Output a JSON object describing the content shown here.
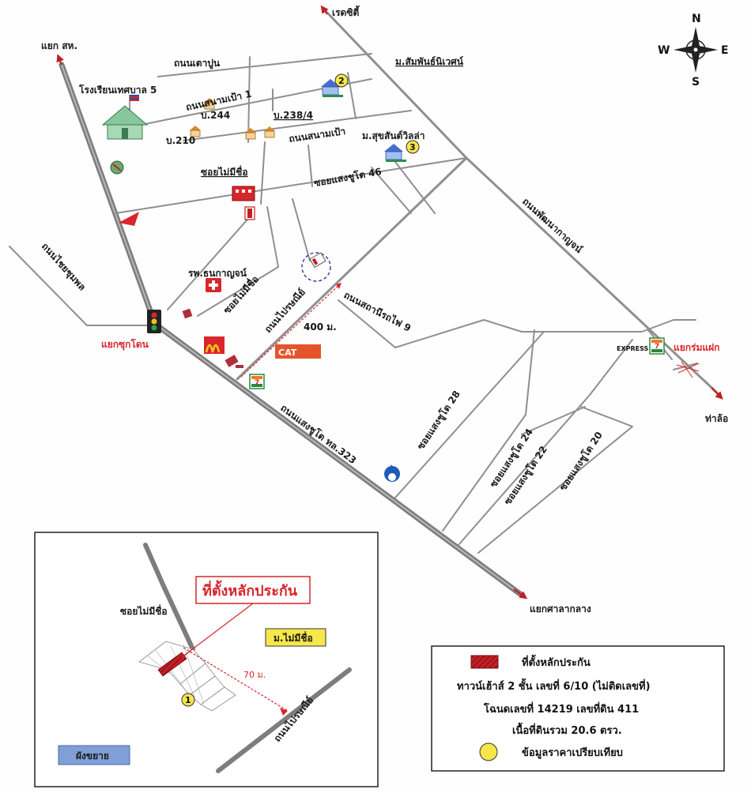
{
  "compass": {
    "n": "N",
    "s": "S",
    "e": "E",
    "w": "W"
  },
  "roads": {
    "north_left_label": "แยก สห.",
    "red_city": "เรดซิตี้",
    "thao_pun": "ถนนเตาปูน",
    "sanam_pao_1": "ถนนสนามเป้า 1",
    "sanam_pao": "ถนนสนามเป้า",
    "soi_saeng_chuto_46": "ซอยแสงชูโต 46",
    "phatthana_kanchan": "ถนนพัฒนากาญจน์",
    "chai_chumphon": "ถนนไชยชุมพล",
    "soi_mai_mi_chue_top": "ซอยไม่มีชื่อ",
    "soi_mai_mi_chue_mid": "ซอยไม่มีชื่อ",
    "prai_ngam": "ถนนไปรษณีย์",
    "sathani_rotfai_9": "ถนนสถานีรถไฟ 9",
    "saeng_chuto_323": "ถนนแสงชูโต ทล.323",
    "soi_28": "ซอยแสงชูโต 28",
    "soi_24": "ซอยแสงชูโต 24",
    "soi_22": "ซอยแสงชูโต 22",
    "soi_20": "ซอยแสงชูโต 20",
    "distance_400": "400 ม."
  },
  "places": {
    "school": "โรงเรียนเทศบาล 5",
    "b244": "บ.244",
    "b238": "บ.238/4",
    "b210": "บ.210",
    "m_samphan": "ม.สัมพันธ์นิเวศน์",
    "m_suksan": "ม.สุขสันต์วิลล่า",
    "hospital": "รพ.ธนกาญจน์",
    "cat": "CAT",
    "express": "EXPRESS"
  },
  "junctions": {
    "chuk_don": "แยกซุกโดน",
    "rom_fak": "แยกร่มแฝก",
    "tha_lo": "ท่าล้อ",
    "sala_klang": "แยกศาลากลาง"
  },
  "markers": {
    "m2": "2",
    "m3": "3",
    "m1": "1"
  },
  "inset": {
    "callout": "ที่ตั้งหลักประกัน",
    "soi": "ซอยไม่มีชื่อ",
    "village": "ม.ไม่มีชื่อ",
    "distance": "70 ม.",
    "road": "ถนนไปรษณีย์",
    "expand_label": "ผังขยาย",
    "marker": "1"
  },
  "legend": {
    "line1": "ที่ตั้งหลักประกัน",
    "line2": "ทาวน์เฮ้าส์ 2 ชั้น เลขที่ 6/10 (ไม่ติดเลขที่)",
    "line3": "โฉนดเลขที่ 14219  เลขที่ดิน 411",
    "line4": "เนื้อที่ดินรวม 20.6 ตรว.",
    "line5": "ข้อมูลราคาเปรียบเทียบ"
  },
  "colors": {
    "road": "#8f8f8f",
    "accent_red": "#d8262c",
    "marker_yellow": "#f7e64a",
    "village_box": "#f5e84a",
    "expand_box": "#7f9fd6"
  }
}
